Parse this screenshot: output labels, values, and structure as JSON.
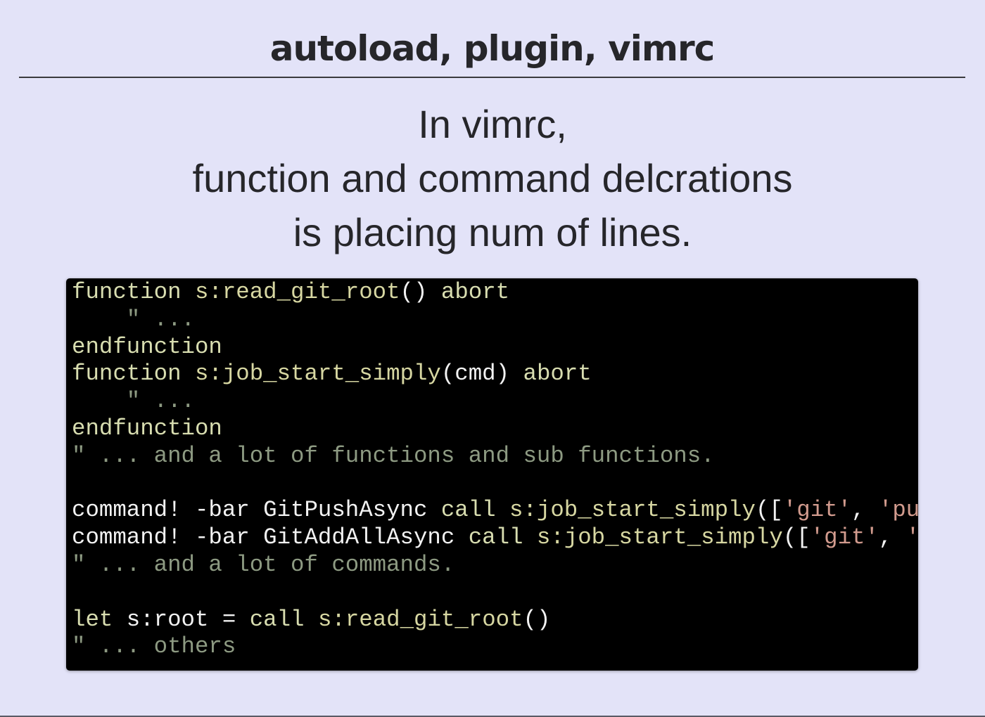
{
  "slide": {
    "title": "autoload, plugin, vimrc",
    "lead": [
      "In vimrc,",
      "function and command delcrations",
      "is placing num of lines."
    ]
  },
  "code": {
    "lines": [
      [
        {
          "t": "function",
          "c": "kw"
        },
        {
          "t": " ",
          "c": "plain"
        },
        {
          "t": "s:read_git_root",
          "c": "fn"
        },
        {
          "t": "()",
          "c": "plain"
        },
        {
          "t": " ",
          "c": "plain"
        },
        {
          "t": "abort",
          "c": "kw"
        }
      ],
      [
        {
          "t": "    \" ...",
          "c": "cm"
        }
      ],
      [
        {
          "t": "endfunction",
          "c": "kw"
        }
      ],
      [
        {
          "t": "function",
          "c": "kw"
        },
        {
          "t": " ",
          "c": "plain"
        },
        {
          "t": "s:job_start_simply",
          "c": "fn"
        },
        {
          "t": "(cmd)",
          "c": "plain"
        },
        {
          "t": " ",
          "c": "plain"
        },
        {
          "t": "abort",
          "c": "kw"
        }
      ],
      [
        {
          "t": "    \" ...",
          "c": "cm"
        }
      ],
      [
        {
          "t": "endfunction",
          "c": "kw"
        }
      ],
      [
        {
          "t": "\" ... and a lot of functions and sub functions.",
          "c": "cm"
        }
      ],
      [
        {
          "t": " ",
          "c": "plain"
        }
      ],
      [
        {
          "t": "command! -bar GitPushAsync ",
          "c": "plain"
        },
        {
          "t": "call",
          "c": "kw"
        },
        {
          "t": " ",
          "c": "plain"
        },
        {
          "t": "s:job_start_simply",
          "c": "fn"
        },
        {
          "t": "([",
          "c": "plain"
        },
        {
          "t": "'git'",
          "c": "str"
        },
        {
          "t": ", ",
          "c": "plain"
        },
        {
          "t": "'pu",
          "c": "str"
        }
      ],
      [
        {
          "t": "command! -bar GitAddAllAsync ",
          "c": "plain"
        },
        {
          "t": "call",
          "c": "kw"
        },
        {
          "t": " ",
          "c": "plain"
        },
        {
          "t": "s:job_start_simply",
          "c": "fn"
        },
        {
          "t": "([",
          "c": "plain"
        },
        {
          "t": "'git'",
          "c": "str"
        },
        {
          "t": ", ",
          "c": "plain"
        },
        {
          "t": "'",
          "c": "str"
        }
      ],
      [
        {
          "t": "\" ... and a lot of commands.",
          "c": "cm"
        }
      ],
      [
        {
          "t": " ",
          "c": "plain"
        }
      ],
      [
        {
          "t": "let",
          "c": "kw"
        },
        {
          "t": " s:root = ",
          "c": "plain"
        },
        {
          "t": "call",
          "c": "kw"
        },
        {
          "t": " ",
          "c": "plain"
        },
        {
          "t": "s:read_git_root",
          "c": "fn"
        },
        {
          "t": "()",
          "c": "plain"
        }
      ],
      [
        {
          "t": "\" ... others",
          "c": "cm"
        }
      ]
    ]
  },
  "colors": {
    "background": "#e3e3f8",
    "code_background": "#000000",
    "keyword": "#d8ddb0",
    "function_name": "#d7d7a2",
    "string": "#d29b8e",
    "comment": "#8d9a82"
  }
}
